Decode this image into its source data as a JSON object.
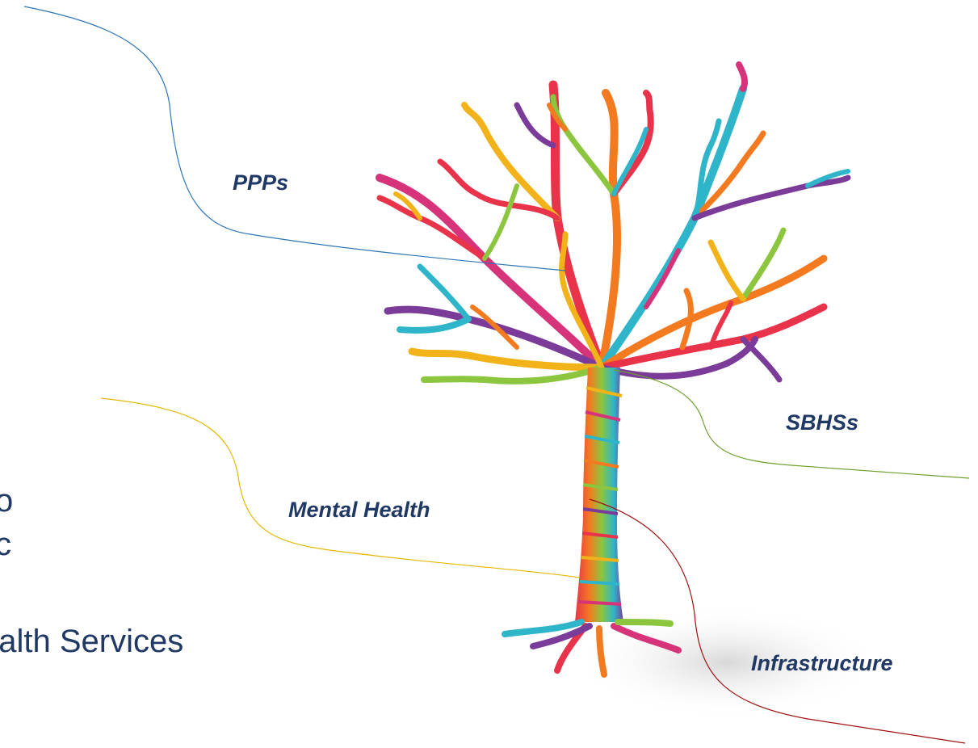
{
  "colors": {
    "label_text": "#1f3864",
    "body_text": "#1f3864",
    "connector_ppps": "#2e75b6",
    "connector_mental_health": "#e6b800",
    "connector_sbhs": "#70a030",
    "connector_infrastructure": "#a01010"
  },
  "branches": {
    "ppps": "PPPs",
    "sbhs": "SBHSs",
    "mental_health": "Mental Health",
    "infrastructure": "Infrastructure"
  },
  "body_text": {
    "fragment_1": "o",
    "fragment_2": "c",
    "services_line": "ealth Services"
  },
  "image": {
    "subject": "colorful yarn-wrapped wire tree"
  }
}
